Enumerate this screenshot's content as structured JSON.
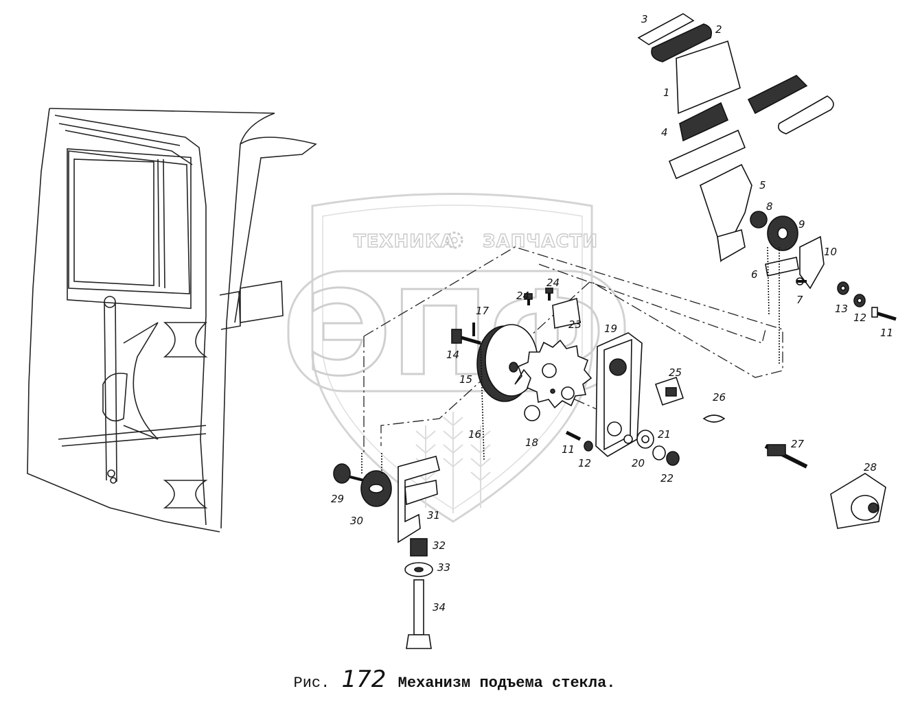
{
  "watermark": {
    "left_word": "ТЕХНИКА",
    "right_word": "ЗАПЧАСТИ",
    "logo_letters": "ЭПФ"
  },
  "caption": {
    "prefix": "Рис.",
    "figure_number": "172",
    "title": "Механизм подъема стекла."
  },
  "callouts": {
    "c1": "1",
    "c2": "2",
    "c3": "3",
    "c4": "4",
    "c5": "5",
    "c6": "6",
    "c7": "7",
    "c8": "8",
    "c9": "9",
    "c10": "10",
    "c11a": "11",
    "c11b": "11",
    "c12a": "12",
    "c12b": "12",
    "c13": "13",
    "c14": "14",
    "c15": "15",
    "c16": "16",
    "c17": "17",
    "c18": "18",
    "c19": "19",
    "c20": "20",
    "c21": "21",
    "c22": "22",
    "c23": "23",
    "c24a": "24",
    "c24b": "24",
    "c25": "25",
    "c26": "26",
    "c27": "27",
    "c28": "28",
    "c29": "29",
    "c30": "30",
    "c31": "31",
    "c32": "32",
    "c33": "33",
    "c34": "34"
  }
}
